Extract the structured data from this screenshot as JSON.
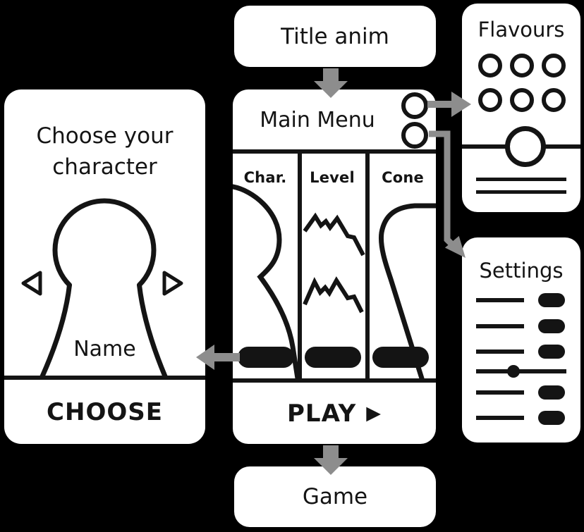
{
  "colors": {
    "background": "#000000",
    "panel": "#ffffff",
    "ink": "#141414",
    "arrow": "#8d8d8d"
  },
  "title_box": {
    "label": "Title anim"
  },
  "main_menu": {
    "title": "Main Menu",
    "columns": [
      {
        "label": "Char."
      },
      {
        "label": "Level"
      },
      {
        "label": "Cone"
      }
    ],
    "play_label": "PLAY",
    "play_icon": "▶"
  },
  "choose_panel": {
    "title_line1": "Choose your",
    "title_line2": "character",
    "name_label": "Name",
    "button_label": "CHOOSE"
  },
  "flavours_panel": {
    "title": "Flavours"
  },
  "settings_panel": {
    "title": "Settings"
  },
  "game_box": {
    "label": "Game"
  }
}
